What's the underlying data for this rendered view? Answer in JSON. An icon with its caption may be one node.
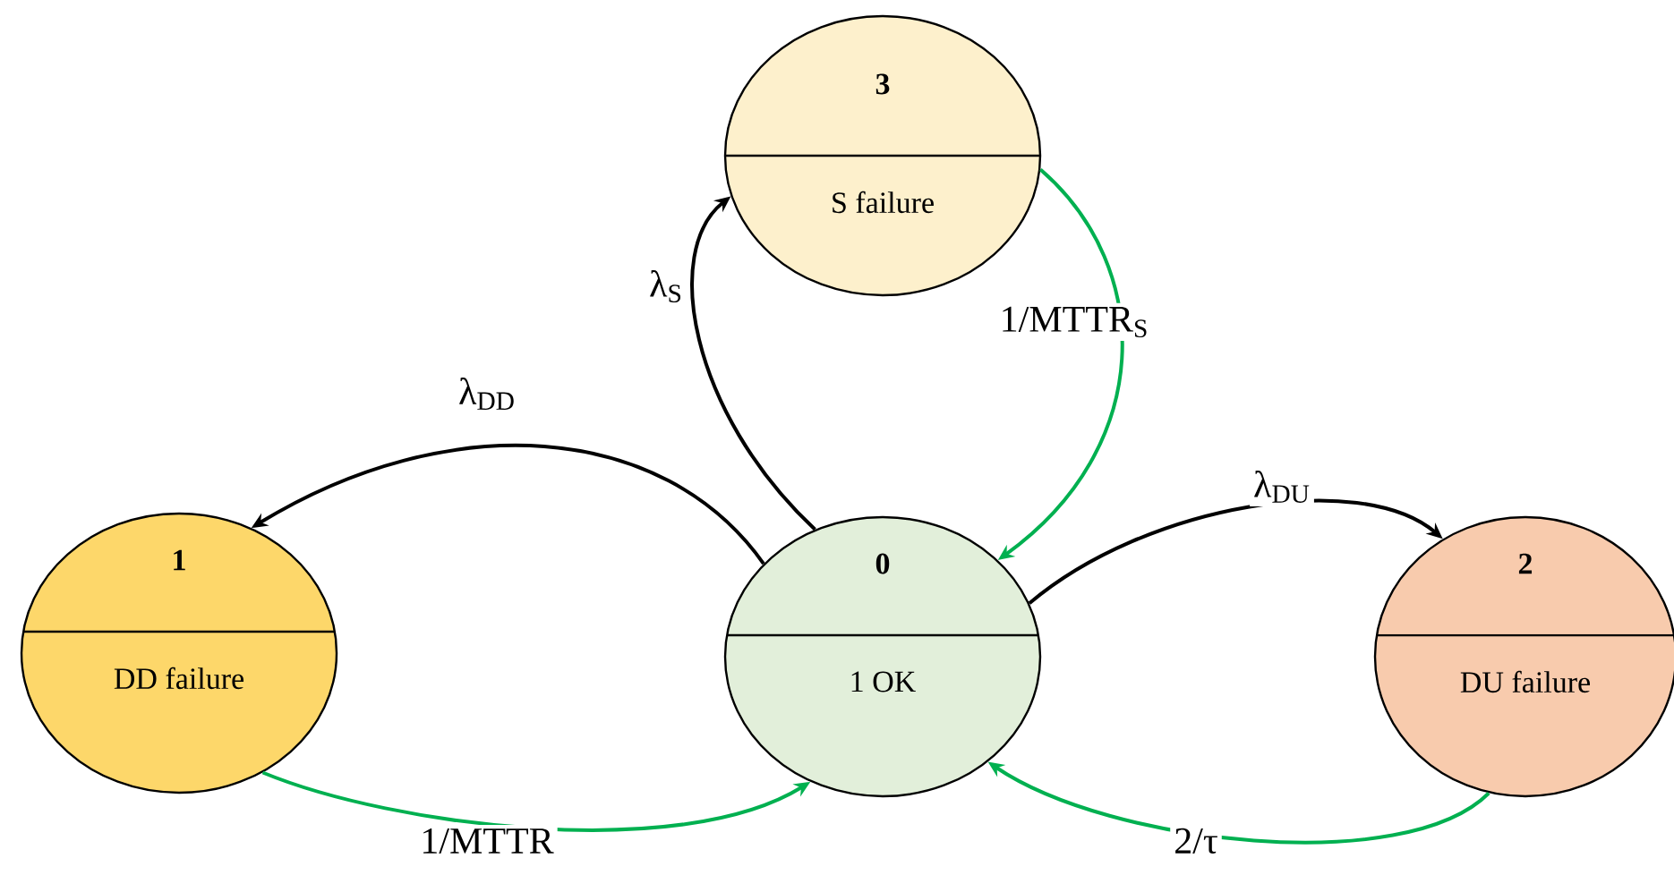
{
  "diagram": {
    "nodes": [
      {
        "text": [
          "3",
          "S failure"
        ]
      },
      {
        "text": [
          "1",
          "DD failure"
        ]
      },
      {
        "text": [
          "0",
          "1 OK"
        ]
      },
      {
        "text": [
          "2",
          "DU failure"
        ]
      }
    ],
    "edges": [
      {
        "from": 2,
        "to": 0,
        "arrow": "to",
        "label": "λ$_{S}$"
      },
      {
        "from": 2,
        "to": 1,
        "arrow": "to",
        "label": "λ$_{DD}$"
      },
      {
        "from": 2,
        "to": 3,
        "arrow": "to",
        "label": "λ$_{DU}$"
      },
      {
        "from": 0,
        "to": 2,
        "arrow": "to",
        "label": "1/MTTR$_{S}$",
        "color": "#00b050"
      },
      {
        "from": 1,
        "to": 2,
        "arrow": "to",
        "label": "1/MTTR",
        "color": "#00b050"
      },
      {
        "from": 3,
        "to": 2,
        "arrow": "to",
        "label": "2/τ",
        "color": "#00b050"
      }
    ]
  }
}
